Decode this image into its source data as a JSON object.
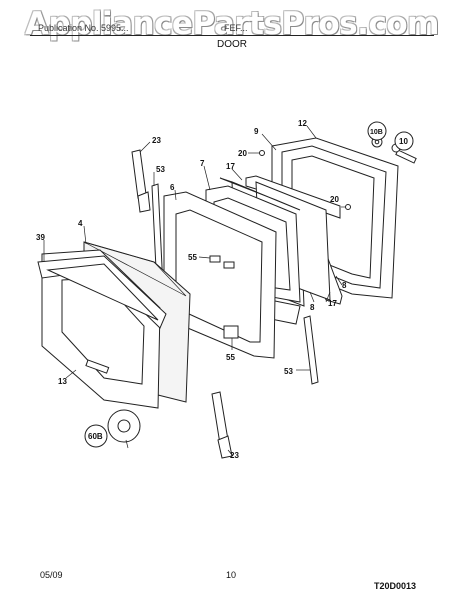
{
  "watermark": "AppliancePartsPros.com",
  "header": {
    "left": "Publication No. 5995...",
    "right": "FEF...",
    "section": "DOOR"
  },
  "diagram_code": "T20D0013",
  "footer": {
    "date": "05/09",
    "page": "10"
  },
  "callouts": {
    "c23a": "23",
    "c9": "9",
    "c12": "12",
    "c10b": "10B",
    "c10": "10",
    "c20a": "20",
    "c53a": "53",
    "c7": "7",
    "c17a": "17",
    "c6": "6",
    "c20b": "20",
    "c4": "4",
    "c39": "39",
    "c55a": "55",
    "c8a": "8",
    "c8b": "8",
    "c17b": "17",
    "c55b": "55",
    "c53b": "53",
    "c13": "13",
    "c60b": "60B",
    "c23b": "23"
  }
}
